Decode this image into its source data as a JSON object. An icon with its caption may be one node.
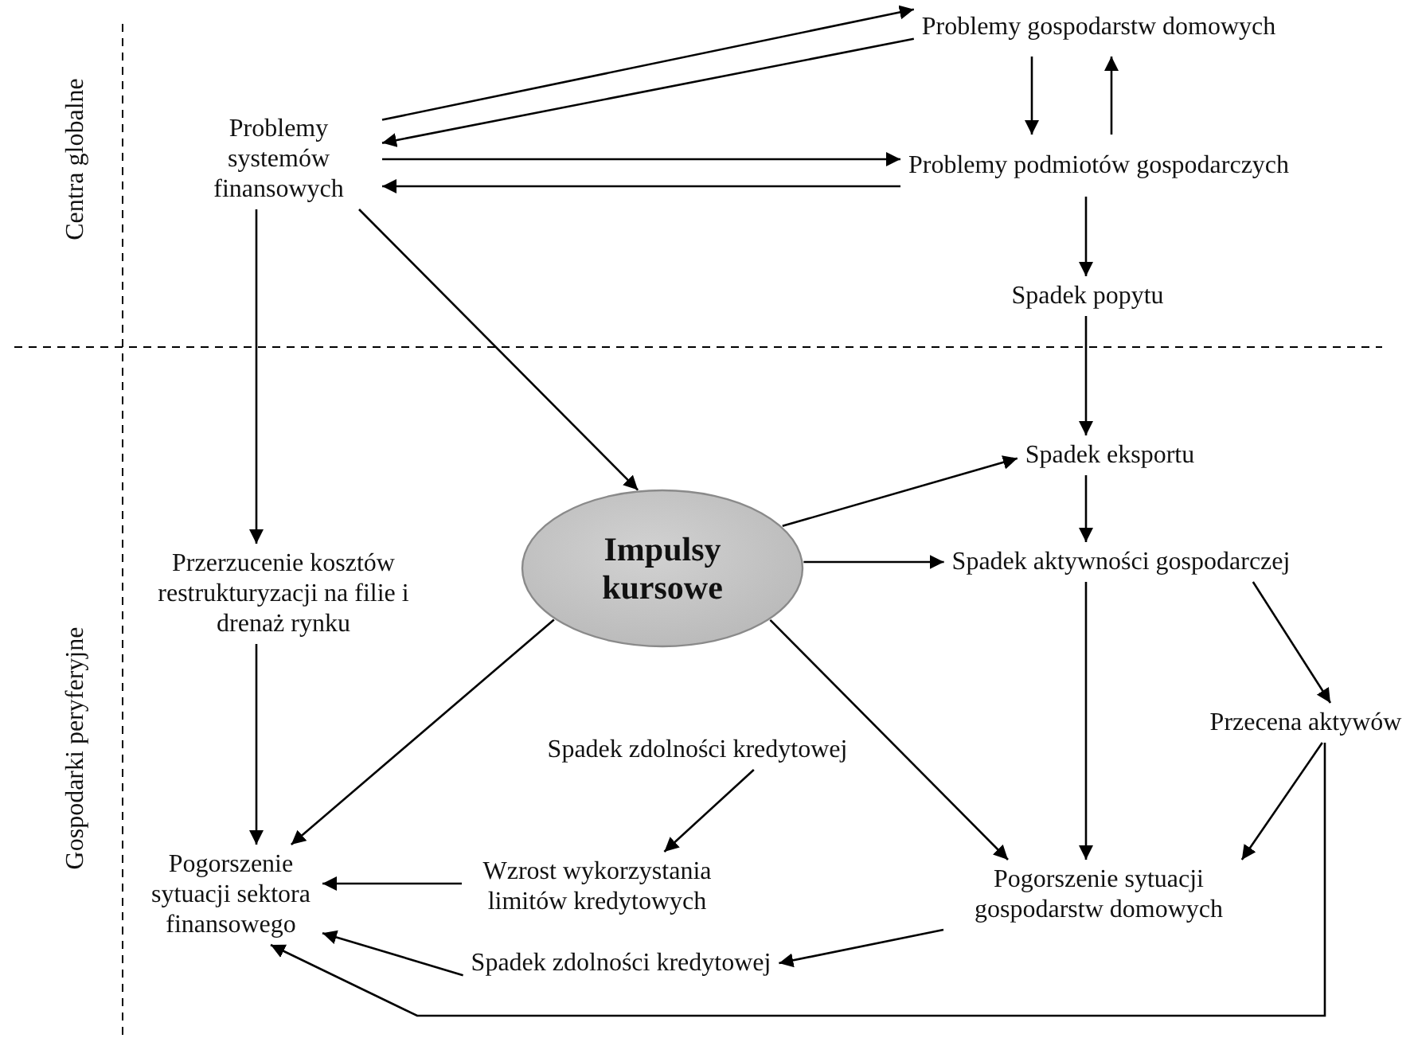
{
  "diagram": {
    "nodes": [
      {
        "text": [
          "Problemy systemów finansowych"
        ]
      },
      {
        "text": [
          "Problemy gospodarstw domowych"
        ]
      },
      {
        "text": [
          "Problemy podmiotów gospodarczych"
        ]
      },
      {
        "text": [
          "Spadek popytu"
        ]
      },
      {
        "text": [
          "Spadek eksportu"
        ]
      },
      {
        "text": [
          "Impulsy kursowe"
        ]
      },
      {
        "text": [
          "Przerzucenie kosztów restrukturyzacji na filie i drenaż rynku"
        ]
      },
      {
        "text": [
          "Spadek aktywności gospodarczej"
        ]
      },
      {
        "text": [
          "Przecena aktywów"
        ]
      },
      {
        "text": [
          "Spadek zdolności kredytowej"
        ]
      },
      {
        "text": [
          "Pogorszenie sytuacji sektora finansowego"
        ]
      },
      {
        "text": [
          "Wzrost wykorzystania limitów kredytowych"
        ]
      },
      {
        "text": [
          "Pogorszenie sytuacji gospodarstw domowych"
        ]
      },
      {
        "text": [
          "Spadek zdolności kredytowej"
        ]
      }
    ],
    "edges": [
      {
        "from": 0,
        "to": 1,
        "arrow": "to"
      },
      {
        "from": 1,
        "to": 0,
        "arrow": "to"
      },
      {
        "from": 0,
        "to": 2,
        "arrow": "to"
      },
      {
        "from": 2,
        "to": 0,
        "arrow": "to"
      },
      {
        "from": 1,
        "to": 2,
        "arrow": "to"
      },
      {
        "from": 2,
        "to": 1,
        "arrow": "to"
      },
      {
        "from": 2,
        "to": 3,
        "arrow": "to"
      },
      {
        "from": 3,
        "to": 4,
        "arrow": "to"
      },
      {
        "from": 0,
        "to": 6,
        "arrow": "to"
      },
      {
        "from": 0,
        "to": 5,
        "arrow": "to"
      },
      {
        "from": 5,
        "to": 4,
        "arrow": "to"
      },
      {
        "from": 5,
        "to": 7,
        "arrow": "to"
      },
      {
        "from": 4,
        "to": 7,
        "arrow": "to"
      },
      {
        "from": 6,
        "to": 10,
        "arrow": "to"
      },
      {
        "from": 5,
        "to": 10,
        "arrow": "to"
      },
      {
        "from": 7,
        "to": 12,
        "arrow": "to"
      },
      {
        "from": 7,
        "to": 8,
        "arrow": "to"
      },
      {
        "from": 5,
        "to": 12,
        "arrow": "to"
      },
      {
        "from": 9,
        "to": 11,
        "arrow": "to"
      },
      {
        "from": 11,
        "to": 10,
        "arrow": "to"
      },
      {
        "from": 12,
        "to": 13,
        "arrow": "to"
      },
      {
        "from": 13,
        "to": 10,
        "arrow": "to"
      },
      {
        "from": 8,
        "to": 12,
        "arrow": "to"
      },
      {
        "from": 8,
        "to": 10,
        "arrow": "to"
      }
    ],
    "labels": [
      "Centra globalne",
      "Gospodarki peryferyjne"
    ]
  }
}
